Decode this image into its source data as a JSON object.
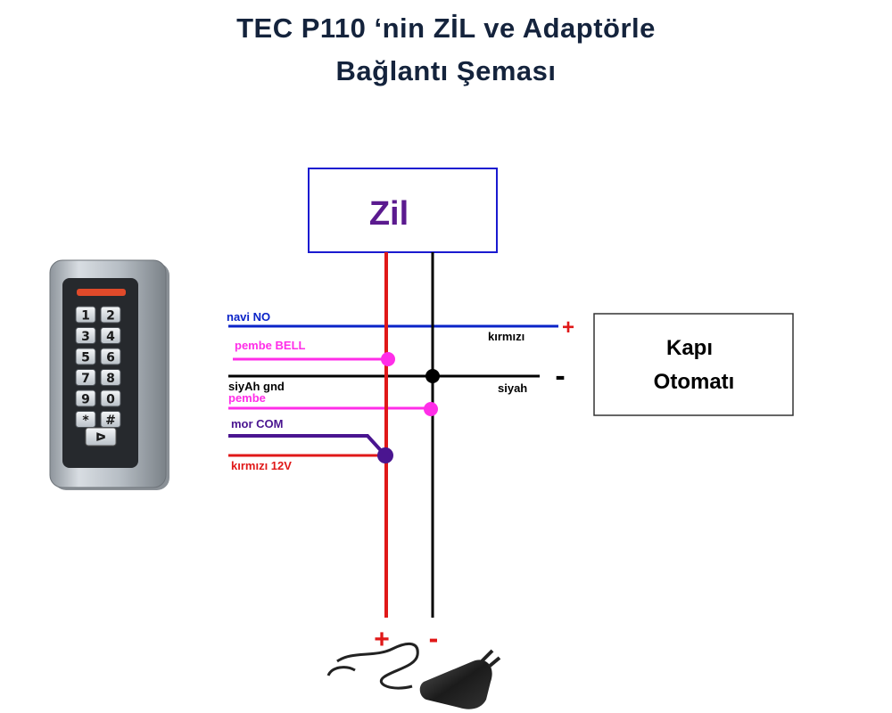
{
  "title": {
    "line1": "TEC P110  ‘nin ZİL ve Adaptörle",
    "line2": "Bağlantı Şeması"
  },
  "bell_box": {
    "label": "Zil",
    "color": "#5b1a8f"
  },
  "door_box": {
    "line1": "Kapı",
    "line2": "Otomatı"
  },
  "keypad": {
    "keys": [
      "1",
      "2",
      "3",
      "4",
      "5",
      "6",
      "7",
      "8",
      "9",
      "0",
      "*",
      "#"
    ],
    "bell_key": "ᐅ"
  },
  "wire_labels": {
    "navi_no": "navi NO",
    "pembe_bell": "pembe BELL",
    "siyah_gnd": "siyAh gnd",
    "pembe": "pembe",
    "mor_com": "mor COM",
    "kirmizi_12v": "kırmızı 12V",
    "kirmizi": "kırmızı",
    "siyah": "siyah"
  },
  "signs": {
    "door_plus": "+",
    "door_minus": "-",
    "adapter_plus": "+",
    "adapter_minus": "-"
  },
  "colors": {
    "blue": "#0a23c8",
    "pink": "#ff2ee8",
    "black": "#000000",
    "purple": "#4a1590",
    "red": "#e01818",
    "box_border": "#1a1ad0"
  }
}
